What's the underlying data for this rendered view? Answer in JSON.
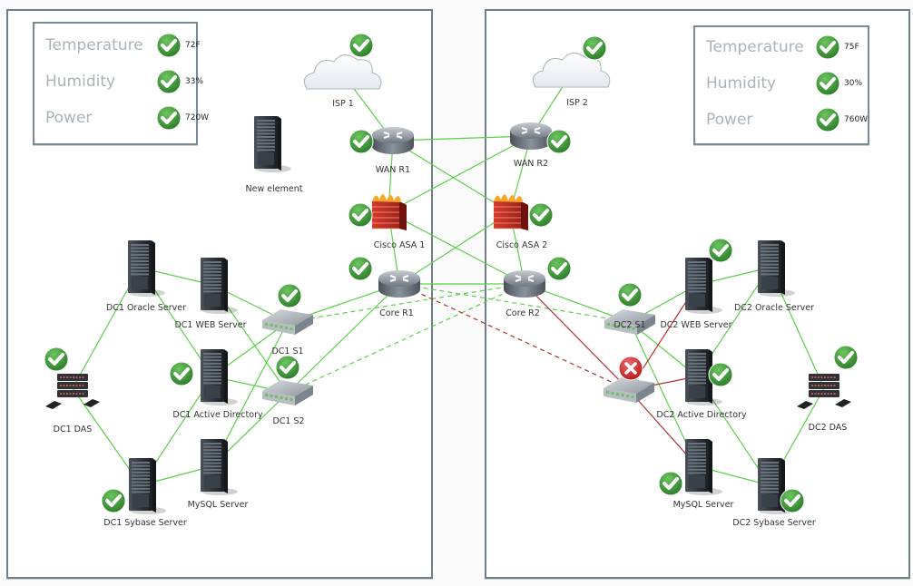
{
  "environment_panels": [
    {
      "id": "dc1",
      "rows": [
        {
          "label": "Temperature",
          "status": "ok",
          "value": "72F"
        },
        {
          "label": "Humidity",
          "status": "ok",
          "value": "33%"
        },
        {
          "label": "Power",
          "status": "ok",
          "value": "720W"
        }
      ]
    },
    {
      "id": "dc2",
      "rows": [
        {
          "label": "Temperature",
          "status": "ok",
          "value": "75F"
        },
        {
          "label": "Humidity",
          "status": "ok",
          "value": "30%"
        },
        {
          "label": "Power",
          "status": "ok",
          "value": "760W"
        }
      ]
    }
  ],
  "colors": {
    "link_ok": "#5ccf4a",
    "link_error": "#b23030",
    "status_ok": "#3f9a3a",
    "status_error": "#d9282d",
    "panel_border": "#6e7f88"
  },
  "nodes": {
    "isp1": {
      "label": "ISP 1",
      "type": "cloud",
      "status": "ok"
    },
    "isp2": {
      "label": "ISP 2",
      "type": "cloud",
      "status": "ok"
    },
    "wanr1": {
      "label": "WAN R1",
      "type": "router",
      "status": "ok"
    },
    "wanr2": {
      "label": "WAN R2",
      "type": "router",
      "status": "ok"
    },
    "asa1": {
      "label": "Cisco ASA 1",
      "type": "firewall",
      "status": "ok"
    },
    "asa2": {
      "label": "Cisco ASA 2",
      "type": "firewall",
      "status": "ok"
    },
    "corer1": {
      "label": "Core R1",
      "type": "router",
      "status": "ok"
    },
    "corer2": {
      "label": "Core R2",
      "type": "router",
      "status": "ok"
    },
    "newel": {
      "label": "New element",
      "type": "server",
      "status": "none"
    },
    "dc1oracle": {
      "label": "DC1 Oracle Server",
      "type": "server",
      "status": "none"
    },
    "dc1web": {
      "label": "DC1 WEB Server",
      "type": "server",
      "status": "none"
    },
    "dc1s1": {
      "label": "DC1 S1",
      "type": "switch",
      "status": "ok"
    },
    "dc1s2": {
      "label": "DC1 S2",
      "type": "switch",
      "status": "ok"
    },
    "dc1das": {
      "label": "DC1 DAS",
      "type": "storage",
      "status": "ok"
    },
    "dc1ad": {
      "label": "DC1 Active Directory",
      "type": "server",
      "status": "ok"
    },
    "dc1mysql": {
      "label": "MySQL Server",
      "type": "server",
      "status": "none"
    },
    "dc1sybase": {
      "label": "DC1 Sybase Server",
      "type": "server",
      "status": "ok"
    },
    "dc2web": {
      "label": "DC2 WEB Server",
      "type": "server",
      "status": "ok"
    },
    "dc2oracle": {
      "label": "DC2 Oracle Server",
      "type": "server",
      "status": "none"
    },
    "dc2s1": {
      "label": "DC2 S1",
      "type": "switch",
      "status": "ok"
    },
    "dc2s2": {
      "label": "",
      "type": "switch",
      "status": "error"
    },
    "dc2ad": {
      "label": "DC2 Active Directory",
      "type": "server",
      "status": "ok"
    },
    "dc2das": {
      "label": "DC2 DAS",
      "type": "storage",
      "status": "ok"
    },
    "dc2mysql": {
      "label": "MySQL Server",
      "type": "server",
      "status": "ok"
    },
    "dc2sybase": {
      "label": "DC2 Sybase Server",
      "type": "server",
      "status": "ok"
    }
  },
  "links": [
    {
      "from": "isp1",
      "to": "wanr1",
      "style": "solid",
      "state": "ok"
    },
    {
      "from": "isp2",
      "to": "wanr2",
      "style": "solid",
      "state": "ok"
    },
    {
      "from": "wanr1",
      "to": "wanr2",
      "style": "solid",
      "state": "ok"
    },
    {
      "from": "wanr1",
      "to": "asa1",
      "style": "solid",
      "state": "ok"
    },
    {
      "from": "wanr1",
      "to": "asa2",
      "style": "solid",
      "state": "ok"
    },
    {
      "from": "wanr2",
      "to": "asa2",
      "style": "solid",
      "state": "ok"
    },
    {
      "from": "wanr2",
      "to": "asa1",
      "style": "solid",
      "state": "ok"
    },
    {
      "from": "asa1",
      "to": "corer1",
      "style": "solid",
      "state": "ok"
    },
    {
      "from": "asa1",
      "to": "corer2",
      "style": "solid",
      "state": "ok"
    },
    {
      "from": "asa2",
      "to": "corer2",
      "style": "solid",
      "state": "ok"
    },
    {
      "from": "asa2",
      "to": "corer1",
      "style": "solid",
      "state": "ok"
    },
    {
      "from": "corer1",
      "to": "corer2",
      "style": "solid",
      "state": "ok"
    },
    {
      "from": "corer1",
      "to": "dc1s1",
      "style": "solid",
      "state": "ok"
    },
    {
      "from": "corer1",
      "to": "dc1s2",
      "style": "solid",
      "state": "ok"
    },
    {
      "from": "corer2",
      "to": "dc1s1",
      "style": "dashed",
      "state": "ok"
    },
    {
      "from": "corer2",
      "to": "dc1s2",
      "style": "dashed",
      "state": "ok"
    },
    {
      "from": "corer1",
      "to": "dc2s1",
      "style": "dashed",
      "state": "ok"
    },
    {
      "from": "corer1",
      "to": "dc2s2",
      "style": "dashed",
      "state": "error"
    },
    {
      "from": "corer2",
      "to": "dc2s1",
      "style": "solid",
      "state": "ok"
    },
    {
      "from": "corer2",
      "to": "dc2s2",
      "style": "solid",
      "state": "error"
    },
    {
      "from": "dc1oracle",
      "to": "dc1web",
      "style": "solid",
      "state": "ok"
    },
    {
      "from": "dc1oracle",
      "to": "dc1das",
      "style": "solid",
      "state": "ok"
    },
    {
      "from": "dc1oracle",
      "to": "dc1ad",
      "style": "solid",
      "state": "ok"
    },
    {
      "from": "dc1web",
      "to": "dc1s1",
      "style": "solid",
      "state": "ok"
    },
    {
      "from": "dc1web",
      "to": "dc1s2",
      "style": "solid",
      "state": "ok"
    },
    {
      "from": "dc1ad",
      "to": "dc1s1",
      "style": "solid",
      "state": "ok"
    },
    {
      "from": "dc1ad",
      "to": "dc1s2",
      "style": "solid",
      "state": "ok"
    },
    {
      "from": "dc1ad",
      "to": "dc1sybase",
      "style": "solid",
      "state": "ok"
    },
    {
      "from": "dc1das",
      "to": "dc1sybase",
      "style": "solid",
      "state": "ok"
    },
    {
      "from": "dc1sybase",
      "to": "dc1mysql",
      "style": "solid",
      "state": "ok"
    },
    {
      "from": "dc1mysql",
      "to": "dc1s1",
      "style": "solid",
      "state": "ok"
    },
    {
      "from": "dc1mysql",
      "to": "dc1s2",
      "style": "solid",
      "state": "ok"
    },
    {
      "from": "dc2web",
      "to": "dc2oracle",
      "style": "solid",
      "state": "ok"
    },
    {
      "from": "dc2oracle",
      "to": "dc2das",
      "style": "solid",
      "state": "ok"
    },
    {
      "from": "dc2oracle",
      "to": "dc2ad",
      "style": "solid",
      "state": "ok"
    },
    {
      "from": "dc2s1",
      "to": "dc2web",
      "style": "solid",
      "state": "ok"
    },
    {
      "from": "dc2s1",
      "to": "dc2ad",
      "style": "solid",
      "state": "ok"
    },
    {
      "from": "dc2s1",
      "to": "dc2mysql",
      "style": "solid",
      "state": "ok"
    },
    {
      "from": "dc2s2",
      "to": "dc2web",
      "style": "solid",
      "state": "error"
    },
    {
      "from": "dc2s2",
      "to": "dc2ad",
      "style": "solid",
      "state": "error"
    },
    {
      "from": "dc2s2",
      "to": "dc2mysql",
      "style": "solid",
      "state": "error"
    },
    {
      "from": "dc2ad",
      "to": "dc2sybase",
      "style": "solid",
      "state": "ok"
    },
    {
      "from": "dc2das",
      "to": "dc2sybase",
      "style": "solid",
      "state": "ok"
    },
    {
      "from": "dc2mysql",
      "to": "dc2sybase",
      "style": "solid",
      "state": "ok"
    }
  ]
}
